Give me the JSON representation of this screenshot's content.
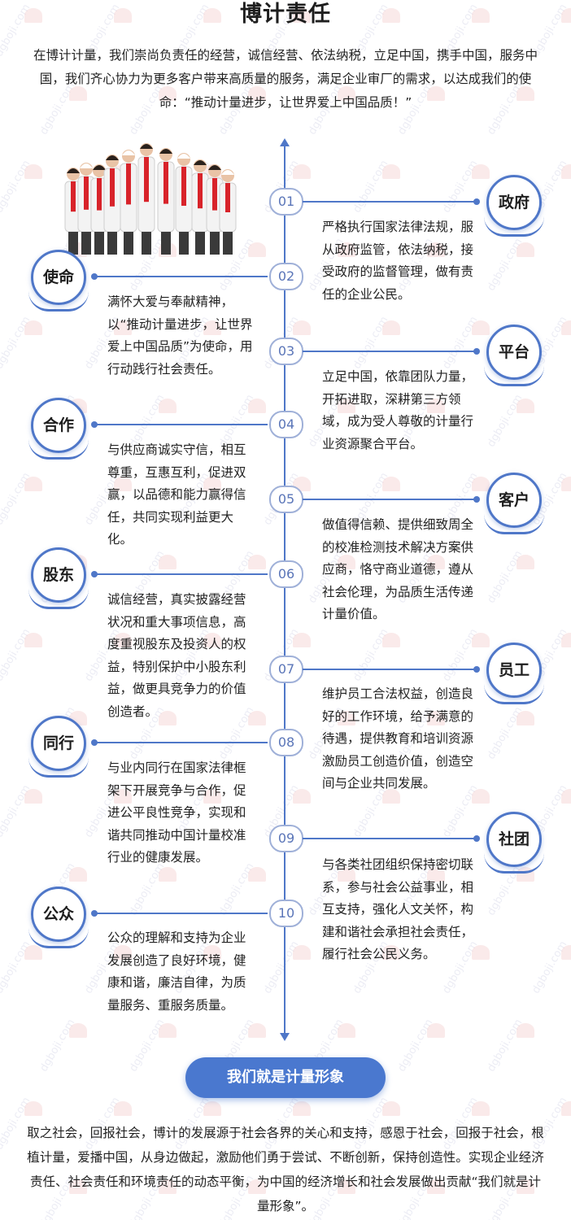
{
  "header": {
    "title": "博计责任",
    "intro": "在博计计量，我们崇尚负责任的经营，诚信经营、依法纳税，立足中国，携手中国，服务中国，我们齐心协力为更多客户带来高质量的服务，满足企业审厂的需求，以达成我们的使命：“推动计量进步，让世界爱上中国品质！”"
  },
  "watermark": "dgboji.com",
  "timeline": [
    {
      "num": "01",
      "side": "right",
      "label": "政府",
      "text": "严格执行国家法律法规，服从政府监管，依法纳税，接受政府的监督管理，做有责任的企业公民。"
    },
    {
      "num": "02",
      "side": "left",
      "label": "使命",
      "text": "满怀大爱与奉献精神，以“推动计量进步，让世界爱上中国品质”为使命，用行动践行社会责任。"
    },
    {
      "num": "03",
      "side": "right",
      "label": "平台",
      "text": "立足中国，依靠团队力量，开拓进取，深耕第三方领域，成为受人尊敬的计量行业资源聚合平台。"
    },
    {
      "num": "04",
      "side": "left",
      "label": "合作",
      "text": "与供应商诚实守信，相互尊重，互惠互利，促进双赢，以品德和能力赢得信任，共同实现利益更大化。"
    },
    {
      "num": "05",
      "side": "right",
      "label": "客户",
      "text": "做值得信赖、提供细致周全的校准检测技术解决方案供应商，恪守商业道德，遵从社会伦理，为品质生活传递计量价值。"
    },
    {
      "num": "06",
      "side": "left",
      "label": "股东",
      "text": "诚信经营，真实披露经营状况和重大事项信息，高度重视股东及投资人的权益，特别保护中小股东利益，做更具竞争力的价值创造者。"
    },
    {
      "num": "07",
      "side": "right",
      "label": "员工",
      "text": "维护员工合法权益，创造良好的工作环境，给予满意的待遇，提供教育和培训资源激励员工创造价值，创造空间与企业共同发展。"
    },
    {
      "num": "08",
      "side": "left",
      "label": "同行",
      "text": "与业内同行在国家法律框架下开展竞争与合作，促进公平良性竞争，实现和谐共同推动中国计量校准行业的健康发展。"
    },
    {
      "num": "09",
      "side": "right",
      "label": "社团",
      "text": "与各类社团组织保持密切联系，参与社会公益事业，相互支持，强化人文关怀，构建和谐社会承担社会责任，履行社会公民义务。"
    },
    {
      "num": "10",
      "side": "left",
      "label": "公众",
      "text": "公众的理解和支持为企业发展创造了良好环境，健康和谐，廉洁自律，为质量服务、重服务质量。"
    }
  ],
  "footer": {
    "cta": "我们就是计量形象",
    "outro": "取之社会，回报社会，博计的发展源于社会各界的关心和支持，感恩于社会，回报于社会，根植计量，爱播中国，从身边做起，激励他们勇于尝试、不断创新，保持创造性。实现企业经济责任、社会责任和环境责任的动态平衡，为中国的经济增长和社会发展做出贡献“我们就是计量形象”。"
  }
}
